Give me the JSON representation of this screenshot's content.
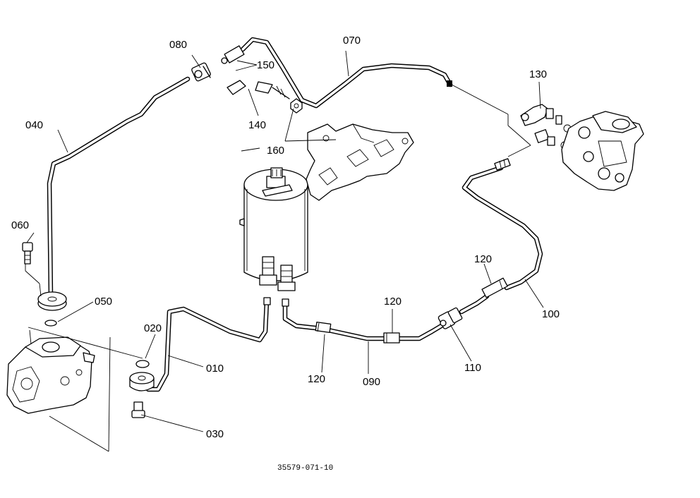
{
  "callouts": {
    "c010": "010",
    "c020": "020",
    "c030": "030",
    "c040": "040",
    "c050": "050",
    "c060": "060",
    "c070": "070",
    "c080": "080",
    "c090": "090",
    "c100": "100",
    "c110": "110",
    "c120a": "120",
    "c120b": "120",
    "c120c": "120",
    "c130": "130",
    "c140": "140",
    "c150": "150",
    "c160": "160"
  },
  "drawing_code": "35579-071-10"
}
